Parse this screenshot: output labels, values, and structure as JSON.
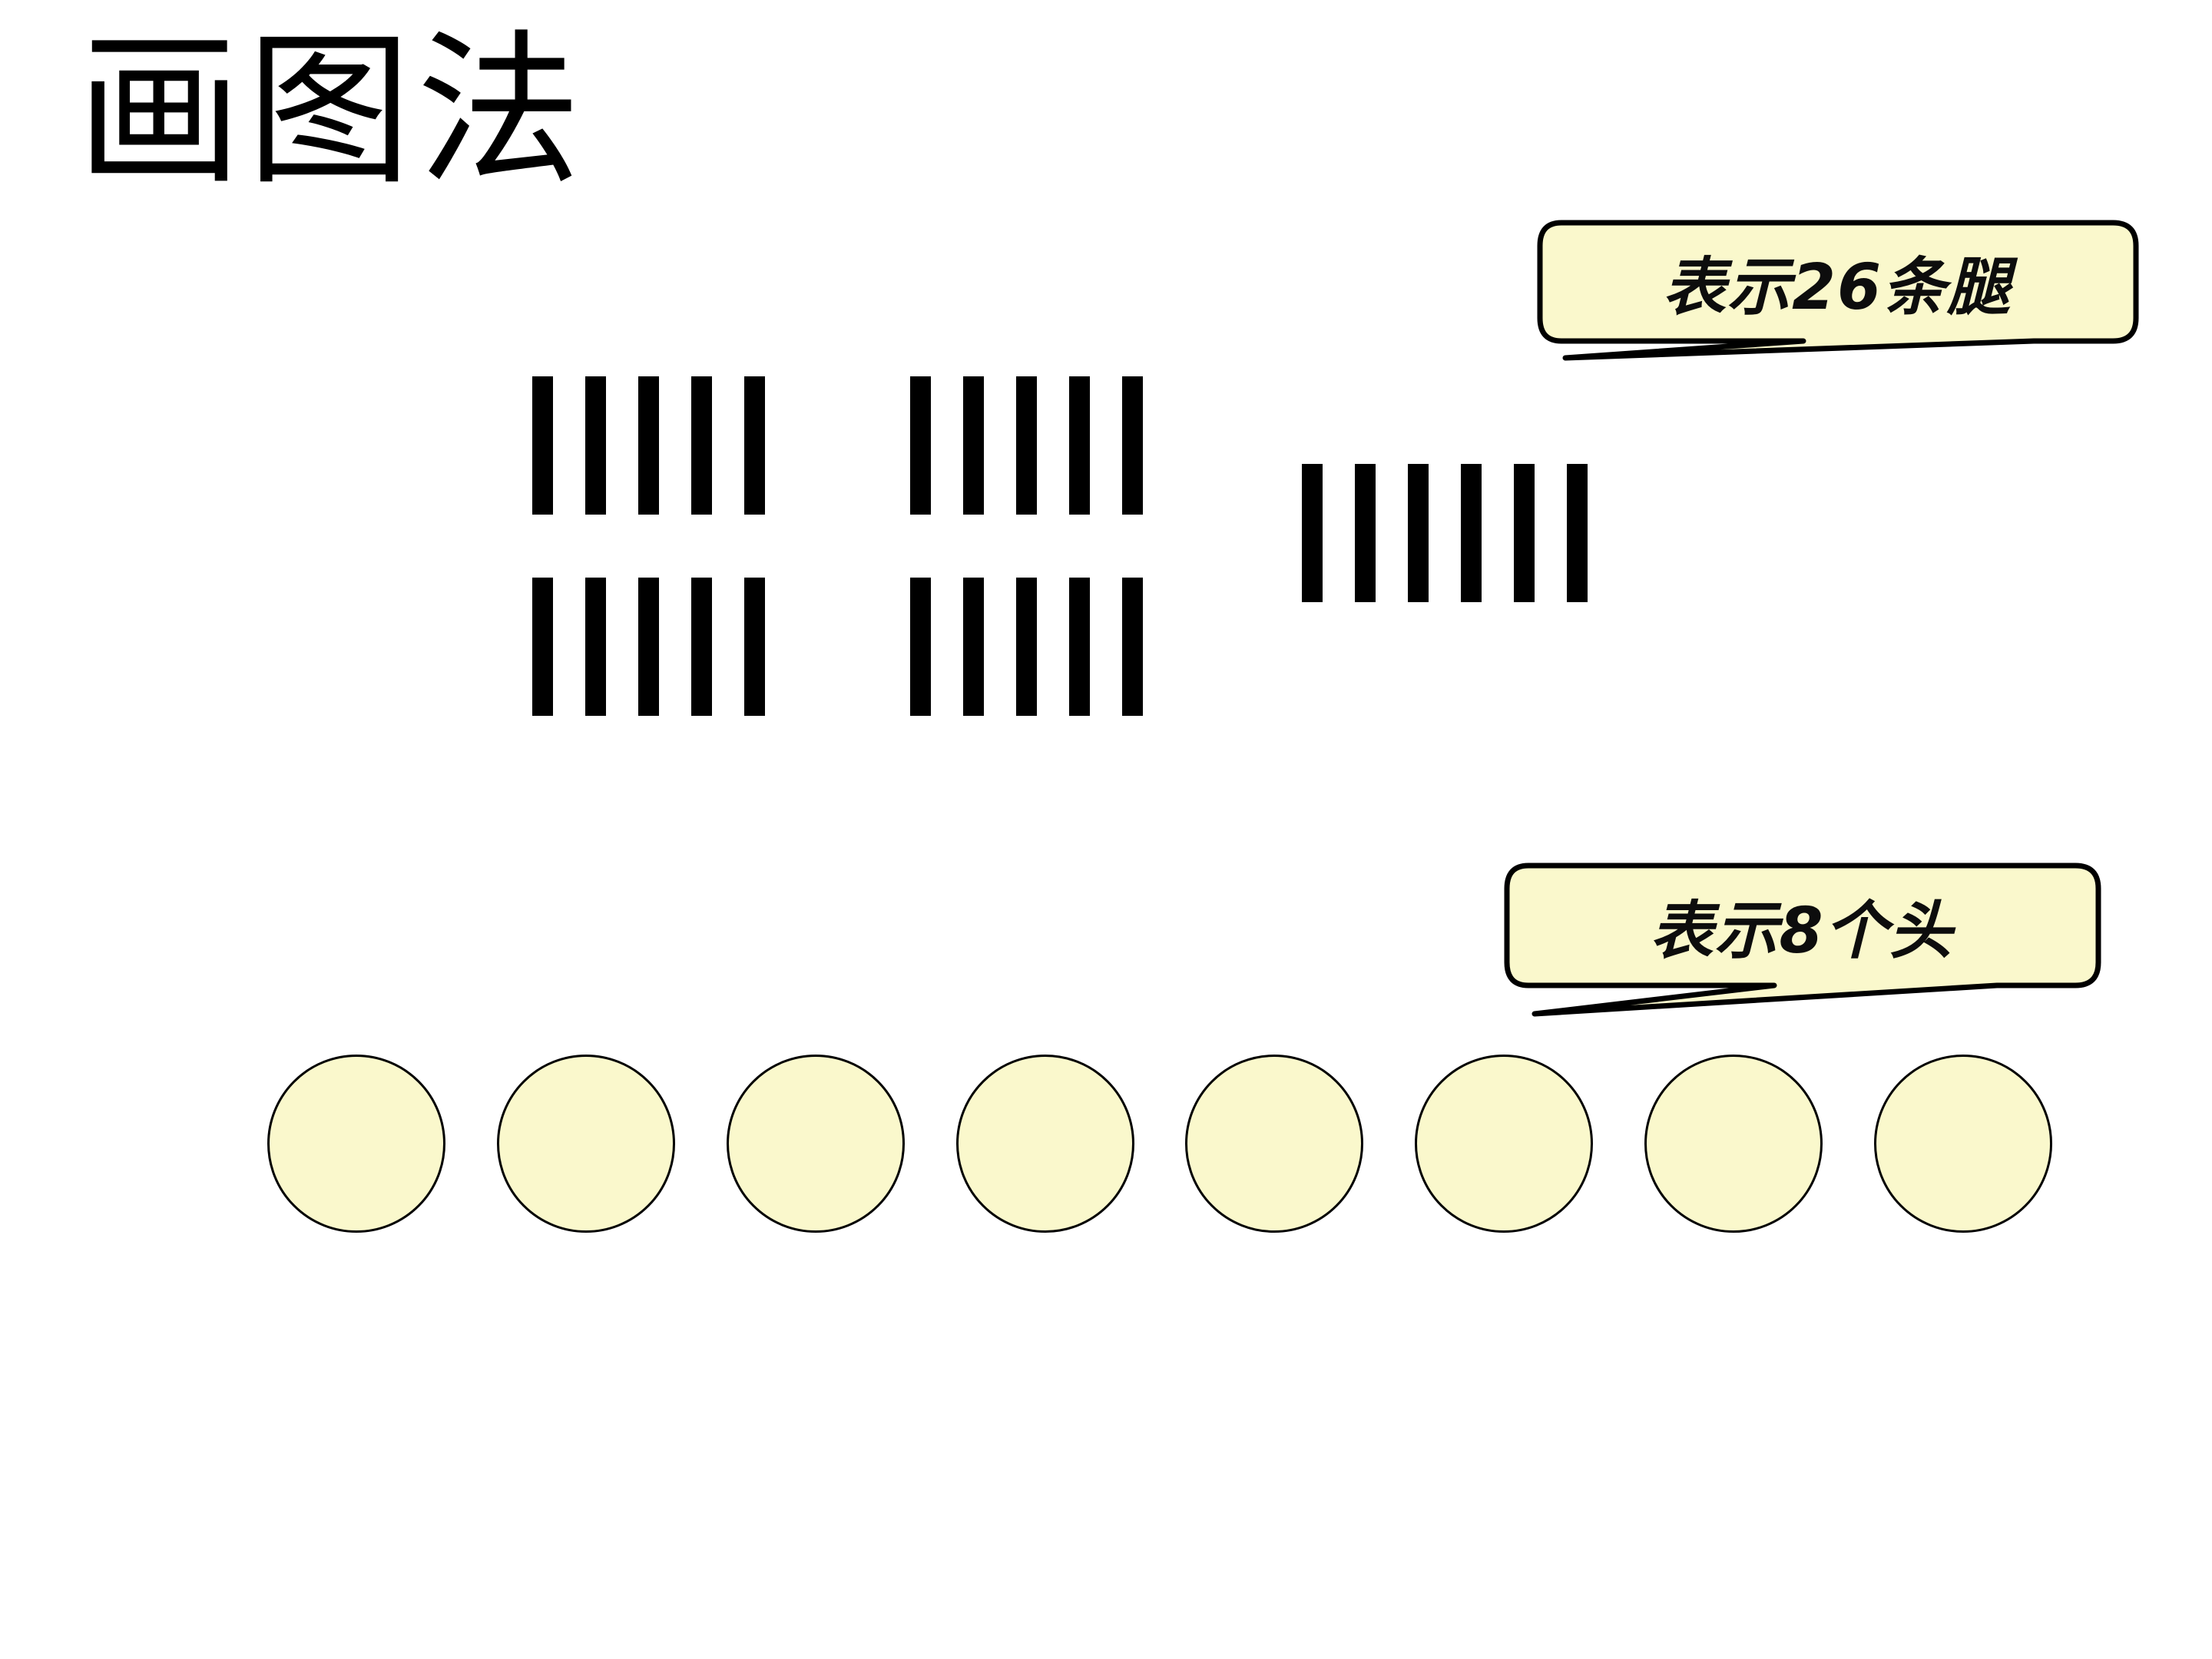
{
  "slide": {
    "title": "画图法",
    "background_color": "#ffffff"
  },
  "colors": {
    "bubble_fill": "#faf8cc",
    "bubble_stroke": "#000000",
    "circle_fill": "#faf8cc",
    "circle_stroke": "#000000",
    "tally_color": "#000000",
    "text_color": "#000000"
  },
  "annotations": [
    {
      "id": "legs-callout",
      "text": "表示26条腿",
      "points_to": "tally-marks"
    },
    {
      "id": "heads-callout",
      "text": "表示8个头",
      "points_to": "head-circles"
    }
  ],
  "diagram": {
    "tally": {
      "total_marks": 26,
      "meaning": "表示26条腿",
      "groups": [
        {
          "id": "group-1",
          "count": 5,
          "row": "top",
          "column": "left"
        },
        {
          "id": "group-2",
          "count": 5,
          "row": "top",
          "column": "middle"
        },
        {
          "id": "group-3",
          "count": 5,
          "row": "bottom",
          "column": "left"
        },
        {
          "id": "group-4",
          "count": 5,
          "row": "bottom",
          "column": "middle"
        },
        {
          "id": "group-5",
          "count": 6,
          "row": "middle",
          "column": "right"
        }
      ]
    },
    "circles": {
      "total": 8,
      "meaning": "表示8个头",
      "items": [
        "circle-1",
        "circle-2",
        "circle-3",
        "circle-4",
        "circle-5",
        "circle-6",
        "circle-7",
        "circle-8"
      ]
    }
  }
}
